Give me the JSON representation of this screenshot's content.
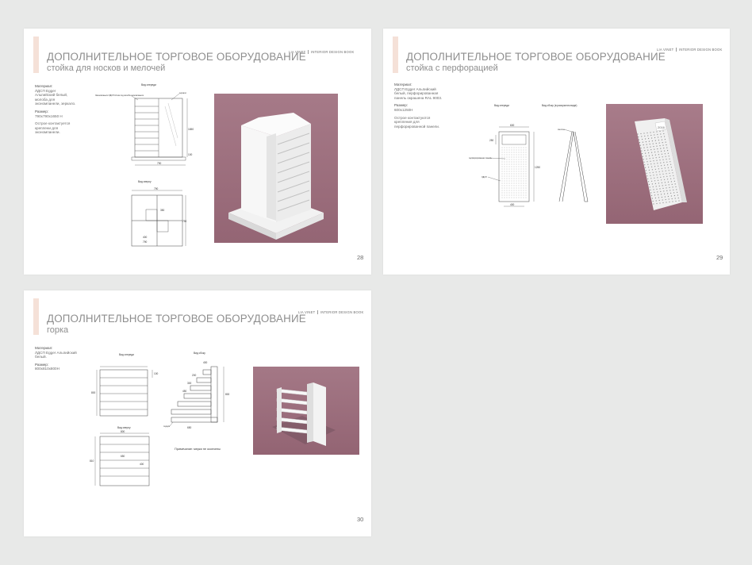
{
  "brand": {
    "name": "LIA VINET",
    "book": "INTERIOR DESIGN BOOK"
  },
  "pages": [
    {
      "number": "28",
      "title": "ДОПОЛНИТЕЛЬНОЕ ТОРГОВОЕ ОБОРУДОВАНИЕ",
      "subtitle": "стойка для носков и мелочей",
      "material_label": "Материал:",
      "material_text": "ЛДСП Egger Альпийский белый, молоба для экономпанели, зеркало.",
      "size_label": "Размер:",
      "size_text": "790х790х1650 Н",
      "note": "Острое контактуется креплени для экономпанели.",
      "view_front": "Вид спереди",
      "view_top": "Вид сверху",
      "callout_top": "Экономпанели ЛДСП 16 мм под молоба экономпанели",
      "callout_mirror": "зеркало",
      "dims": [
        "790",
        "1650",
        "790",
        "100",
        "790",
        "350",
        "400",
        "790"
      ]
    },
    {
      "number": "29",
      "title": "ДОПОЛНИТЕЛЬНОЕ ТОРГОВОЕ ОБОРУДОВАНИЕ",
      "subtitle": "стойка с перфорацией",
      "material_label": "Материал:",
      "material_text": "ЛДСП Egger Альпийский белый, перфорированная панель окрашена RAL 9003.",
      "size_label": "Размер:",
      "size_text": "600х1250Н",
      "note": "Острое контактуются крепления для перфорированной панели.",
      "view_front": "Вид спереди",
      "view_side": "Вид сбоку (в раскрытом виде)",
      "callout_panel": "перфорированная панель",
      "callout_ldsp": "ЛДСП",
      "callout_mount": "светлое",
      "sign_text": "2016",
      "dims": [
        "600",
        "1250",
        "400",
        "250"
      ]
    },
    {
      "number": "30",
      "title": "ДОПОЛНИТЕЛЬНОЕ ТОРГОВОЕ ОБОРУДОВАНИЕ",
      "subtitle": "горка",
      "material_label": "Материал:",
      "material_text": "ЛДСП Egger Альпийский белый.",
      "size_label": "Размер:",
      "size_text": "800х810х800Н",
      "view_front": "Вид спереди",
      "view_side": "Вид сбоку",
      "view_top": "Вид сверху",
      "note_drawing": "Примечание: мерки не окончены",
      "callout_base": "подиум",
      "dims": [
        "800",
        "810",
        "800",
        "100",
        "650",
        "400",
        "200",
        "300",
        "450",
        "800",
        "810"
      ]
    }
  ],
  "colors": {
    "accent": "#f5e1d8",
    "photo_bg": "#9c6e7c",
    "page": "#ffffff",
    "background": "#e8e9e8"
  }
}
